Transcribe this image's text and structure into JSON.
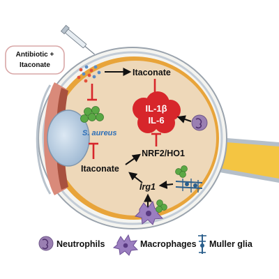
{
  "treatment_label_line1": "Antibiotic +",
  "treatment_label_line2": "Itaconate",
  "nodes": {
    "itaconate_top": "Itaconate",
    "cytokine_1": "IL-1β",
    "cytokine_2": "IL-6",
    "bacteria": "S. aureus",
    "nrf2": "NRF2/HO1",
    "itaconate_mid": "Itaconate",
    "irg1": "Irg1"
  },
  "legend": {
    "neutrophils": "Neutrophils",
    "macrophages": "Macrophages",
    "muller_glia": "Muller glia"
  },
  "colors": {
    "inhibit": "#d7262b",
    "cytokine_cloud": "#d7262b",
    "bacteria": "#5aa845",
    "sclera_outer": "#f4f4f0",
    "choroid": "#e8a43a",
    "retina": "#e6c9a7",
    "lens": "#b8cfe3",
    "optic_nerve": "#f4c542"
  }
}
